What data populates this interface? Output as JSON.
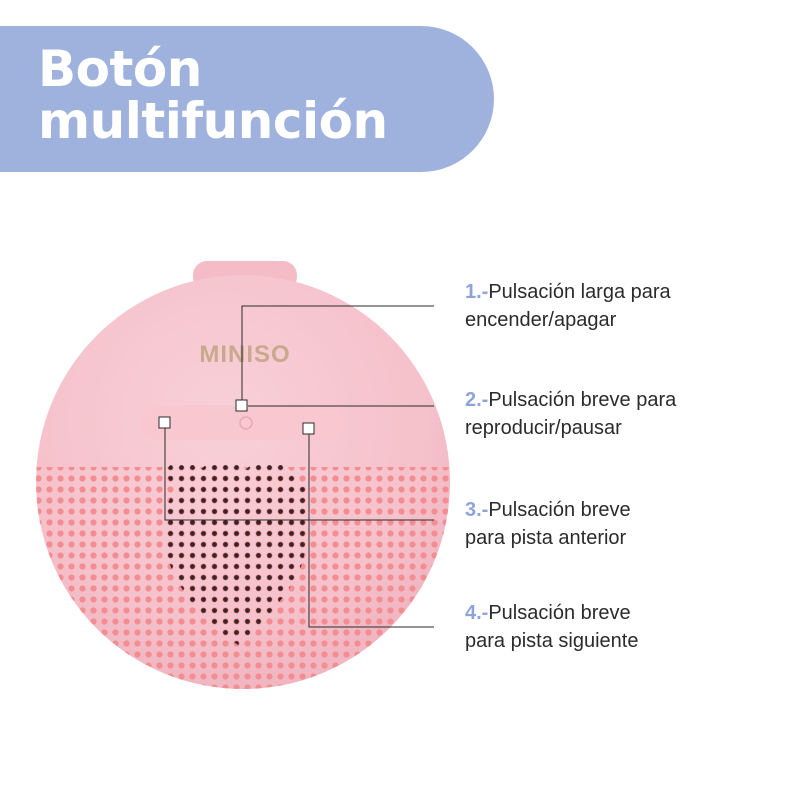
{
  "title": {
    "line1": "Botón",
    "line2": "multifunción"
  },
  "brand": "MINISO",
  "callouts": [
    {
      "num": "1.-",
      "line1": "Pulsación larga para",
      "line2": "encender/apagar"
    },
    {
      "num": "2.-",
      "line1": "Pulsación breve para",
      "line2": "reproducir/pausar"
    },
    {
      "num": "3.-",
      "line1": "Pulsación breve",
      "line2": "para pista anterior"
    },
    {
      "num": "4.-",
      "line1": "Pulsación breve",
      "line2": "para pista siguiente"
    }
  ],
  "colors": {
    "banner": "#9fb1dd",
    "speaker_body": "#f6c3cd",
    "grille_holes": "#f48d92",
    "number_accent": "#8ea3d9"
  }
}
